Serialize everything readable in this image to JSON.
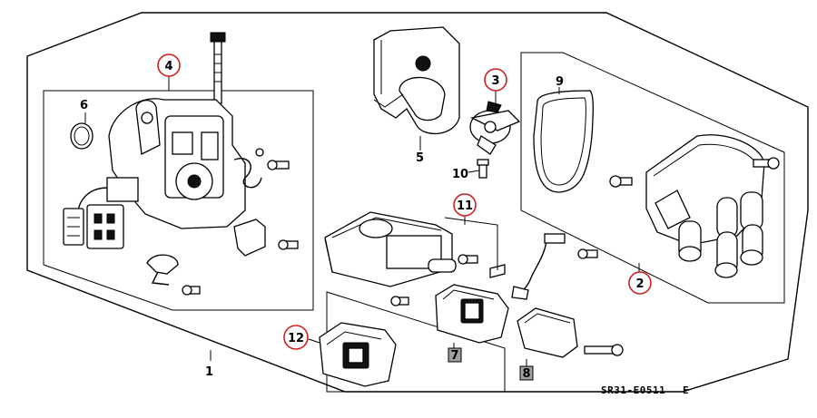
{
  "diagram": {
    "reference_code": "SR31-E0511",
    "reference_suffix": "E",
    "callouts": [
      {
        "id": "c1",
        "label": "1",
        "circled": false
      },
      {
        "id": "c2",
        "label": "2",
        "circled": true
      },
      {
        "id": "c3",
        "label": "3",
        "circled": true
      },
      {
        "id": "c4",
        "label": "4",
        "circled": true
      },
      {
        "id": "c5",
        "label": "5",
        "circled": false
      },
      {
        "id": "c6",
        "label": "6",
        "circled": false
      },
      {
        "id": "c7",
        "label": "7",
        "circled": false,
        "boxed": true
      },
      {
        "id": "c8",
        "label": "8",
        "circled": false,
        "boxed": true
      },
      {
        "id": "c9",
        "label": "9",
        "circled": false
      },
      {
        "id": "c10",
        "label": "10",
        "circled": false
      },
      {
        "id": "c11",
        "label": "11",
        "circled": true
      },
      {
        "id": "c12",
        "label": "12",
        "circled": true
      }
    ],
    "colors": {
      "line": "#000000",
      "highlight_circle": "#d21f1f",
      "box_fill": "#a0a0a0",
      "background": "#ffffff"
    }
  }
}
